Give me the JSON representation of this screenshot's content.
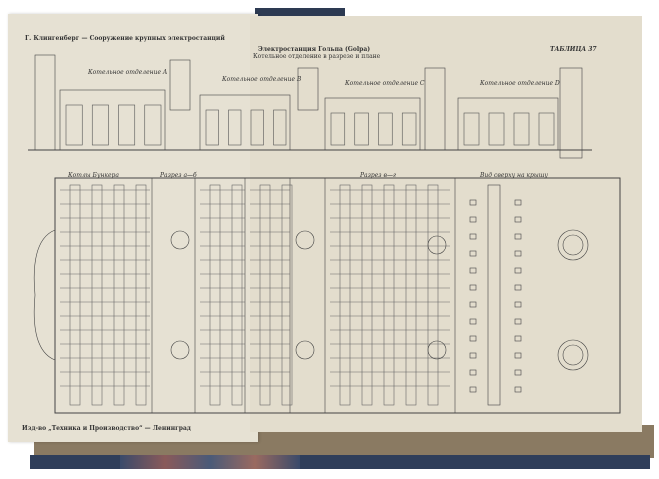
{
  "header_left": "Г. Клингенберг — Сооружение крупных электростанций",
  "title": "Электростанция Гольпа (Golpa)",
  "subtitle": "Котельное отделение в разрезе и плане",
  "table_label": "ТАБЛИЦА 37",
  "section_labels": [
    "Котельное отделение A",
    "Котельное отделение B",
    "Котельное отделение C",
    "Котельное отделение D"
  ],
  "plan_labels": [
    "Разрез а—б",
    "Разрез в—г",
    "Вид сверху на крышу",
    "Котлы Бункера"
  ],
  "footer": "Изд-во „Техника и Производство“ — Ленинград"
}
